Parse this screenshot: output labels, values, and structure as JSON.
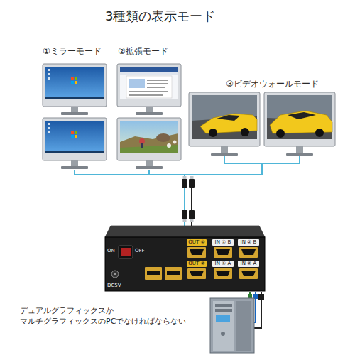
{
  "diagram": {
    "title": "3種類の表示モード",
    "nodes": [
      {
        "text": [
          "①ミラーモード"
        ]
      },
      {
        "text": [
          "②拡張モード"
        ]
      },
      {
        "text": [
          "③ビデオウォールモード"
        ]
      },
      {
        "text": [
          "ON",
          "OFF",
          "DC5V",
          "OUT ①",
          "IN ① B",
          "IN ② B",
          "OUT ②",
          "IN ① A",
          "IN ② A"
        ]
      }
    ],
    "edges": [
      {
        "from": 3,
        "to": 0,
        "arrow": "none"
      },
      {
        "from": 3,
        "to": 1,
        "arrow": "none"
      },
      {
        "from": 3,
        "to": 2,
        "arrow": "none"
      }
    ],
    "labels": [
      "デュアルグラフィックスか マルチグラフィックスのPCでなければならない"
    ]
  }
}
